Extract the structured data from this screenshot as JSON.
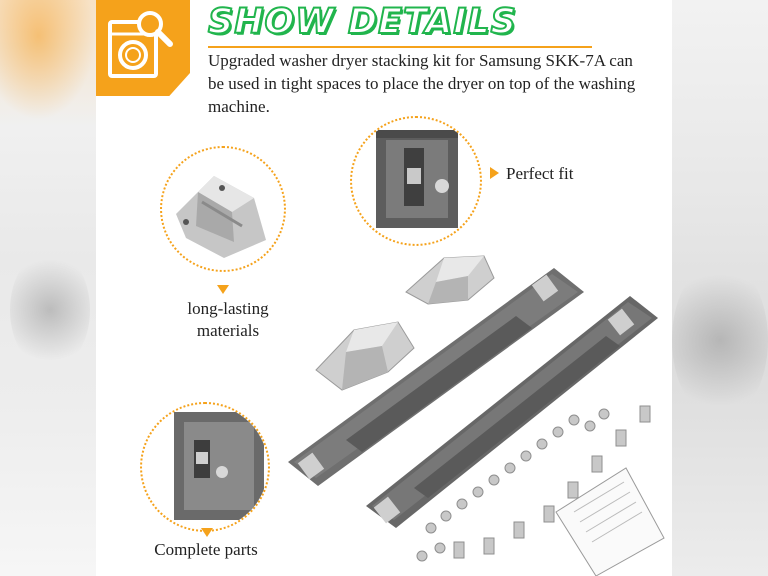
{
  "header": {
    "title": "SHOW DETAILS",
    "description": "Upgraded washer dryer stacking kit for Samsung SKK-7A can be used in tight spaces to place the dryer on top of the washing machine.",
    "badge_icon": "washer-search-icon"
  },
  "callouts": {
    "perfect_fit": "Perfect fit",
    "long_lasting": "long-lasting materials",
    "complete_parts": "Complete parts"
  },
  "colors": {
    "accent": "#f5a21b",
    "title_green": "#21b54d",
    "rail_gray": "#6f6f6f"
  }
}
